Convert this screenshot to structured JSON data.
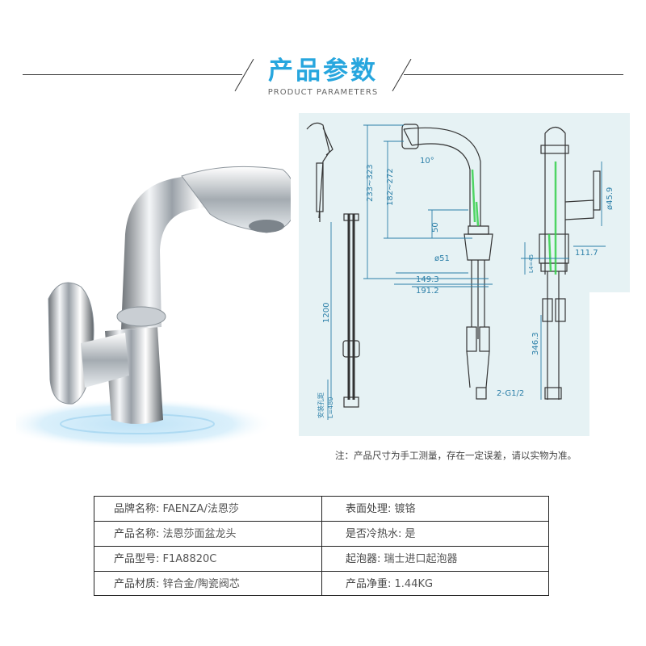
{
  "header": {
    "title": "产品参数",
    "subtitle": "PRODUCT PARAMETERS"
  },
  "drawing": {
    "dims": {
      "d_233_323": "233~323",
      "d_182_272": "182~272",
      "d_10": "10°",
      "d_50": "50",
      "d_51": "ø51",
      "d_149": "149.3",
      "d_191": "191.2",
      "d_1200": "1200",
      "d_install": "安装孔距",
      "d_l480": "L=480",
      "d_45": "ø45.9",
      "d_111": "111.7",
      "d_l45": "L4=45",
      "d_346": "346.3",
      "d_g12": "2-G1/2"
    },
    "note": "注：产品尺寸为手工测量，存在一定误差，请以实物为准。"
  },
  "specs": [
    {
      "left_label": "品牌名称:",
      "left_value": "FAENZA/法恩莎",
      "right_label": "表面处理:",
      "right_value": "镀铬"
    },
    {
      "left_label": "产品名称:",
      "left_value": "法恩莎面盆龙头",
      "right_label": "是否冷热水:",
      "right_value": "是"
    },
    {
      "left_label": "产品型号:",
      "left_value": "F1A8820C",
      "right_label": "起泡器:",
      "right_value": "瑞士进口起泡器"
    },
    {
      "left_label": "产品材质:",
      "left_value": "锌合金/陶瓷阀芯",
      "right_label": "产品净重:",
      "right_value": "1.44KG"
    }
  ],
  "colors": {
    "accent": "#27a6de",
    "drawing_bg": "#e6f2f4",
    "dimension": "#2b7fa8"
  }
}
